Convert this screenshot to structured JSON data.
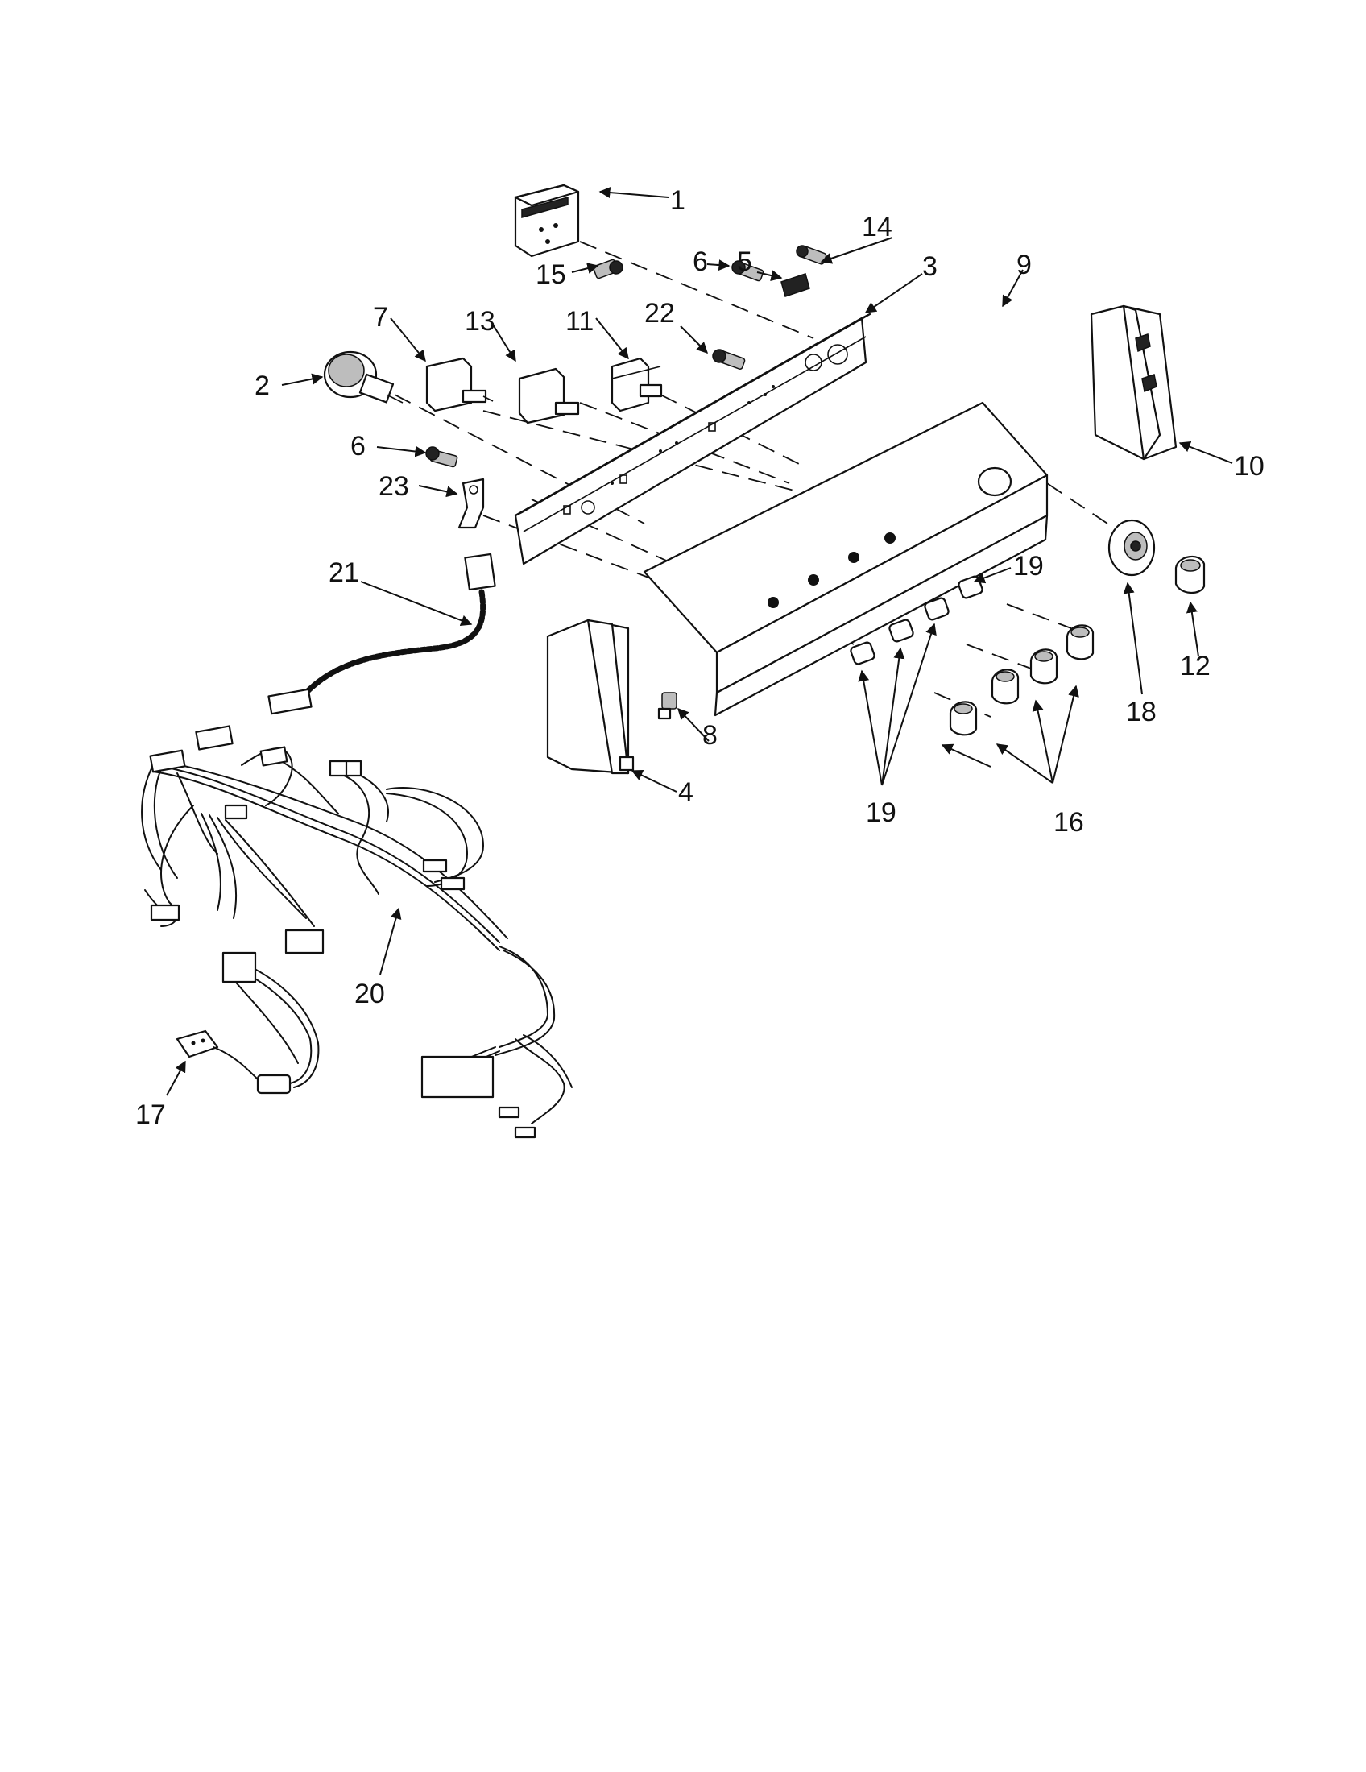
{
  "callouts": {
    "c1": "1",
    "c2": "2",
    "c3": "3",
    "c4": "4",
    "c5": "5",
    "c6a": "6",
    "c6b": "6",
    "c7": "7",
    "c8": "8",
    "c9": "9",
    "c10": "10",
    "c11": "11",
    "c12": "12",
    "c13": "13",
    "c14": "14",
    "c15": "15",
    "c16": "16",
    "c17": "17",
    "c18": "18",
    "c19a": "19",
    "c19b": "19",
    "c20": "20",
    "c21": "21",
    "c22": "22",
    "c23": "23"
  }
}
